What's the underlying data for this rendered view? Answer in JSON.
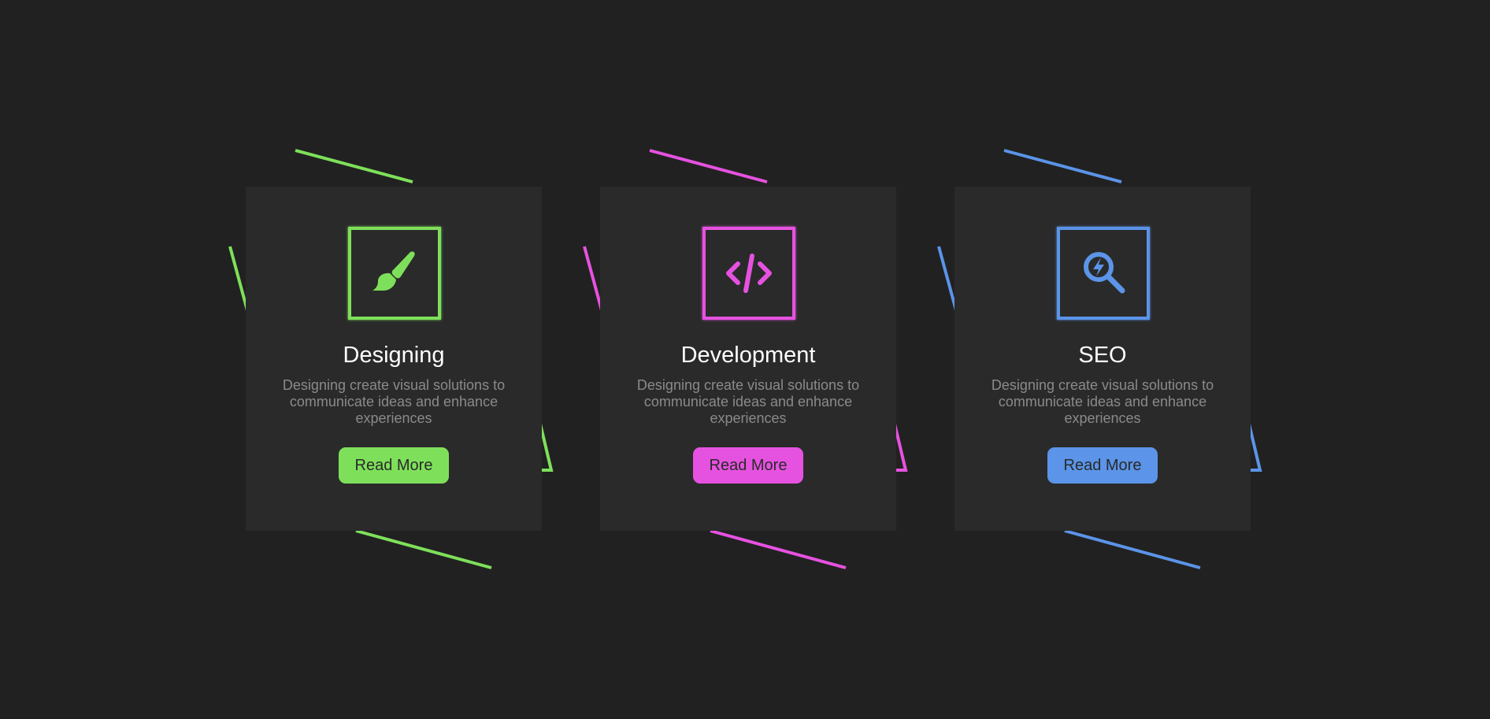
{
  "cards": [
    {
      "title": "Designing",
      "description": "Designing create visual solutions to communicate ideas and enhance experiences",
      "button_label": "Read More",
      "accent": "#7ee05a",
      "icon": "paintbrush-icon"
    },
    {
      "title": "Development",
      "description": "Designing create visual solutions to communicate ideas and enhance experiences",
      "button_label": "Read More",
      "accent": "#e652e0",
      "icon": "code-icon"
    },
    {
      "title": "SEO",
      "description": "Designing create visual solutions to communicate ideas and enhance experiences",
      "button_label": "Read More",
      "accent": "#5b94e8",
      "icon": "search-bolt-icon"
    }
  ]
}
